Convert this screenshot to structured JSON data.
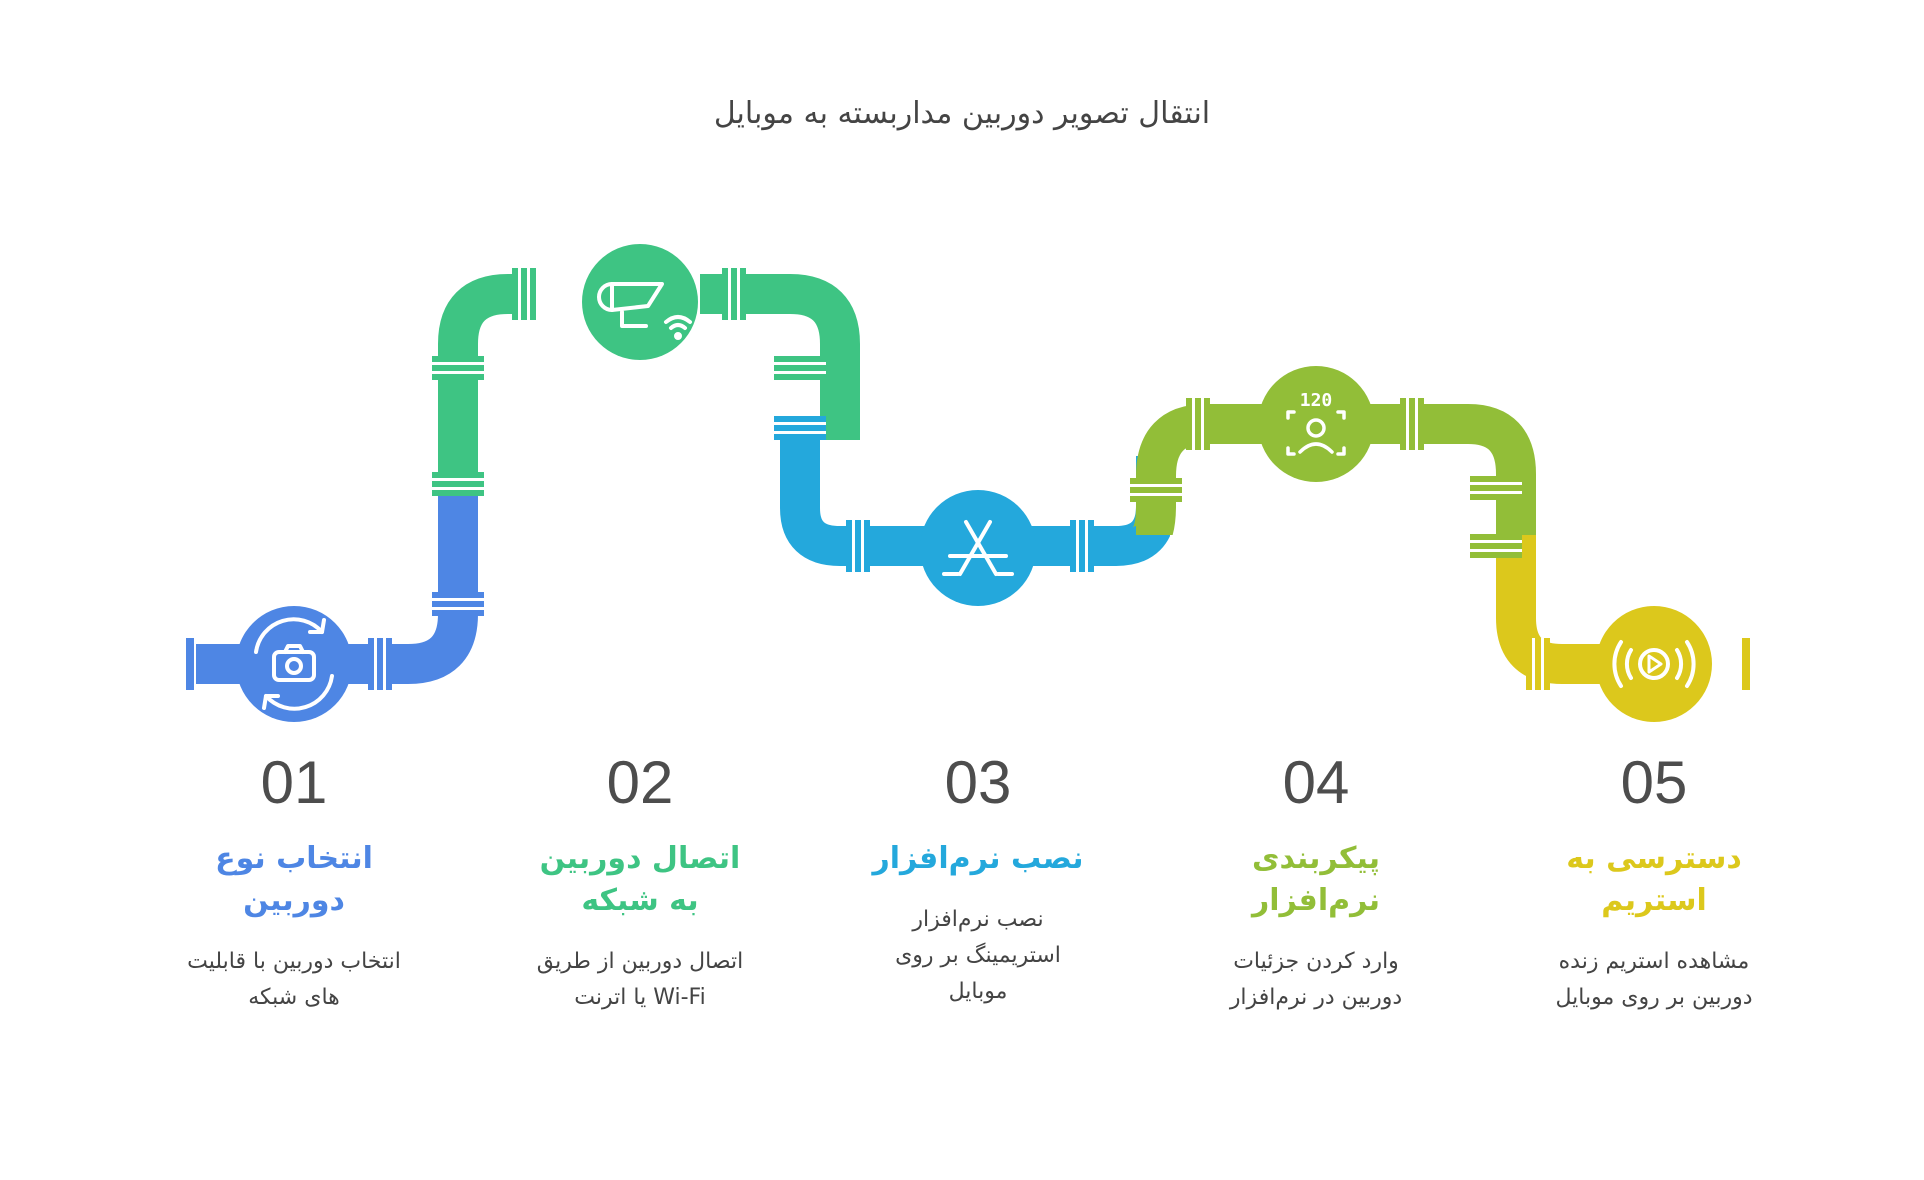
{
  "title": "انتقال تصویر دوربین مداربسته به موبایل",
  "colors": {
    "blue": "#4E86E4",
    "green": "#3EC483",
    "cyan": "#24A8DC",
    "olive": "#92BE38",
    "yellow": "#DCC81C",
    "divider": "#ffffff"
  },
  "steps": [
    {
      "number": "01",
      "heading": "انتخاب نوع دوربین",
      "description": "انتخاب دوربین با قابلیت های شبکه",
      "color": "#4E86E4",
      "icon": "camera-rotate-icon"
    },
    {
      "number": "02",
      "heading": "اتصال دوربین به شبکه",
      "description": "اتصال دوربین از طریق Wi-Fi یا اترنت",
      "color": "#3EC483",
      "icon": "wifi-camera-icon"
    },
    {
      "number": "03",
      "heading": "نصب نرم‌افزار",
      "description": "نصب نرم‌افزار استریمینگ بر روی موبایل",
      "color": "#24A8DC",
      "icon": "app-store-icon"
    },
    {
      "number": "04",
      "heading": "پیکربندی نرم‌افزار",
      "description": "وارد کردن جزئیات دوربین در نرم‌افزار",
      "color": "#92BE38",
      "icon": "face-scan-icon"
    },
    {
      "number": "05",
      "heading": "دسترسی به استریم",
      "description": "مشاهده استریم زنده دوربین بر روی موبایل",
      "color": "#DCC81C",
      "icon": "live-stream-icon"
    }
  ],
  "icon_badge_text": "120"
}
